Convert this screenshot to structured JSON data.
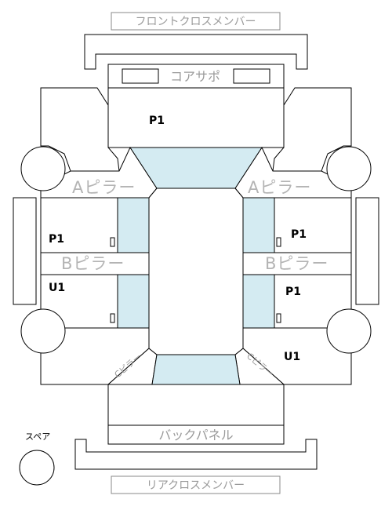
{
  "labels": {
    "front_cross_member": "フロントクロスメンバー",
    "core_support": "コアサポ",
    "a_pillar_left": "Aピラー",
    "a_pillar_right": "Aピラー",
    "b_pillar_left": "Bピラー",
    "b_pillar_right": "Bピラー",
    "back_panel": "バックパネル",
    "rear_cross_member": "リアクロスメンバー",
    "spare": "スペア",
    "c_pillar_left": "Cピラー",
    "c_pillar_right": "Cピラー"
  },
  "panel_codes": {
    "hood": "P1",
    "front_left_door": "P1",
    "front_right_door": "P1",
    "rear_left_door": "U1",
    "rear_right_door": "P1",
    "rear_right_quarter": "U1"
  },
  "colors": {
    "glass": "#d4ebf2",
    "line": "#000000",
    "label_grey": "#9a9a9a"
  }
}
